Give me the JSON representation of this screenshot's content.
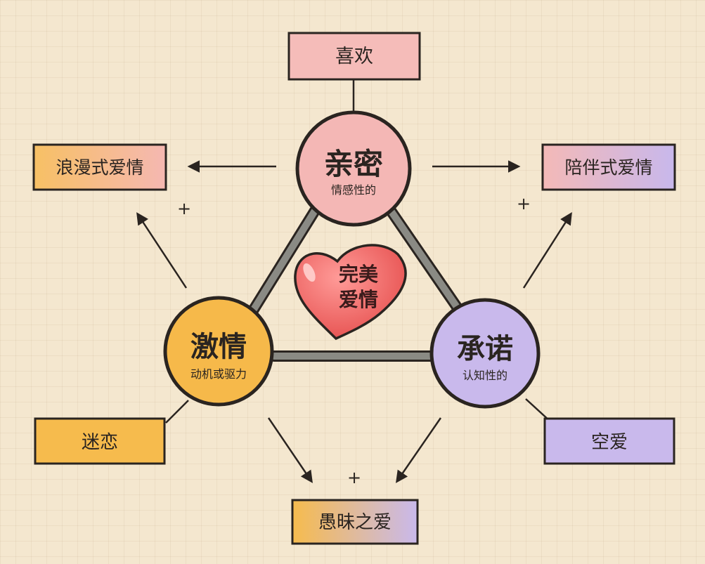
{
  "colors": {
    "background": "#f4e7cf",
    "intimacy": "#f4b7b5",
    "passion": "#f6b94a",
    "commitment": "#c9b9ec",
    "heart": "#f06a6a",
    "outline": "#2a2420",
    "connector": "#8a8a84"
  },
  "center": {
    "line1": "完美",
    "line2": "爱情"
  },
  "nodes": {
    "intimacy": {
      "title": "亲密",
      "subtitle": "情感性的"
    },
    "passion": {
      "title": "激情",
      "subtitle": "动机或驱力"
    },
    "commitment": {
      "title": "承诺",
      "subtitle": "认知性的"
    }
  },
  "boxes": {
    "liking": "喜欢",
    "romantic": "浪漫式爱情",
    "companionate": "陪伴式爱情",
    "infatuation": "迷恋",
    "empty": "空爱",
    "fatuous": "愚昧之爱"
  },
  "plus_sign": "+"
}
